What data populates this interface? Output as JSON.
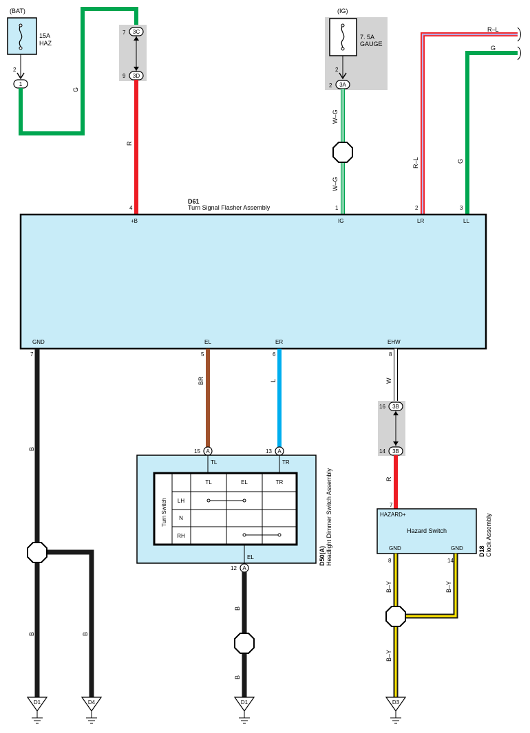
{
  "colors": {
    "green": "#00a650",
    "red": "#ed1c24",
    "brown": "#a0522d",
    "blue": "#00aeef",
    "black": "#1a1a1a",
    "yellow": "#ffe600",
    "light_blue_fill": "#c8ecf8",
    "gray_fill": "#d3d3d3",
    "violet": "#6a5acd"
  },
  "fuses": {
    "bat": {
      "source": "(BAT)",
      "rating": "15A",
      "name": "HAZ",
      "pin": "2",
      "connector": "1"
    },
    "ig": {
      "source": "(IG)",
      "rating": "7. 5A",
      "name": "GAUGE",
      "pin_top": "2",
      "pin_left": "2",
      "connector": "3A"
    }
  },
  "junctions": {
    "j3c": {
      "pin": "7",
      "label": "3C"
    },
    "j3d": {
      "pin": "9",
      "label": "3D"
    },
    "j3b_top": {
      "pin": "16",
      "label": "3B"
    },
    "j3b_bot": {
      "pin": "14",
      "label": "3B"
    }
  },
  "wires": {
    "g_bat": "G",
    "r_plus_b": "R",
    "wg_upper": "W–G",
    "wg_lower": "W–G",
    "rl_top": "R–L",
    "g_top": "G",
    "rl_vert": "R–L",
    "g_vert": "G",
    "gnd_b_upper": "B",
    "gnd_b_lower": "B",
    "gnd_b_branch": "B",
    "el_br": "BR",
    "er_l": "L",
    "ehw_w": "W",
    "hazard_r": "R",
    "dimmer_b_upper": "B",
    "dimmer_b_lower": "B",
    "clock_by_left": "B–Y",
    "clock_by_right": "B–Y",
    "clock_by_lower": "B–Y"
  },
  "flasher": {
    "code": "D61",
    "name": "Turn Signal Flasher Assembly",
    "top_pins": [
      {
        "num": "4",
        "name": "+B"
      },
      {
        "num": "1",
        "name": "IG"
      },
      {
        "num": "2",
        "name": "LR"
      },
      {
        "num": "3",
        "name": "LL"
      }
    ],
    "bottom_pins": [
      {
        "num": "7",
        "name": "GND"
      },
      {
        "num": "5",
        "name": "EL"
      },
      {
        "num": "6",
        "name": "ER"
      },
      {
        "num": "8",
        "name": "EHW"
      }
    ]
  },
  "dimmer": {
    "code": "D50(A)",
    "name": "Headlight Dimmer Switch Assembly",
    "pin_tl": {
      "num": "15",
      "conn": "A",
      "name": "TL"
    },
    "pin_tr": {
      "num": "13",
      "conn": "A",
      "name": "TR"
    },
    "pin_el": {
      "num": "12",
      "conn": "A",
      "name": "EL"
    },
    "table_title": "Turn Switch",
    "table_headers": [
      "TL",
      "EL",
      "TR"
    ],
    "table_rows": [
      "LH",
      "N",
      "RH"
    ]
  },
  "clock": {
    "code": "D18",
    "name": "Clock Assembly",
    "hazard_label": "HAZARD+",
    "switch_name": "Hazard Switch",
    "hazard_pin": "7",
    "gnd_left": {
      "num": "8",
      "name": "GND"
    },
    "gnd_right": {
      "num": "14",
      "name": "GND"
    }
  },
  "grounds": [
    "D1",
    "D4",
    "D1",
    "D3"
  ]
}
